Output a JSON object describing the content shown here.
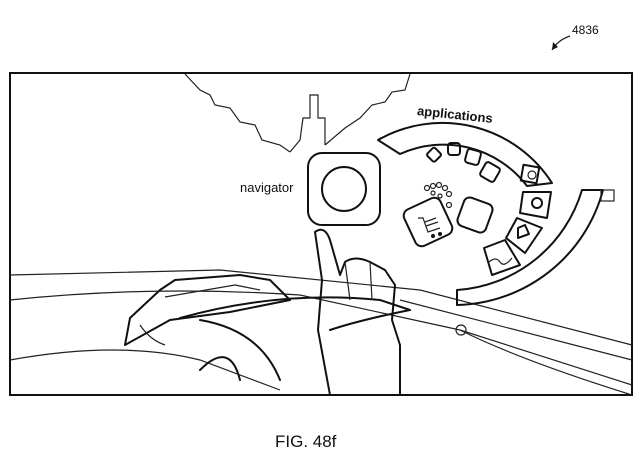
{
  "figure": {
    "reference_number": "4836",
    "caption": "FIG. 48f"
  },
  "labels": {
    "navigator": "navigator",
    "applications": "applications"
  }
}
